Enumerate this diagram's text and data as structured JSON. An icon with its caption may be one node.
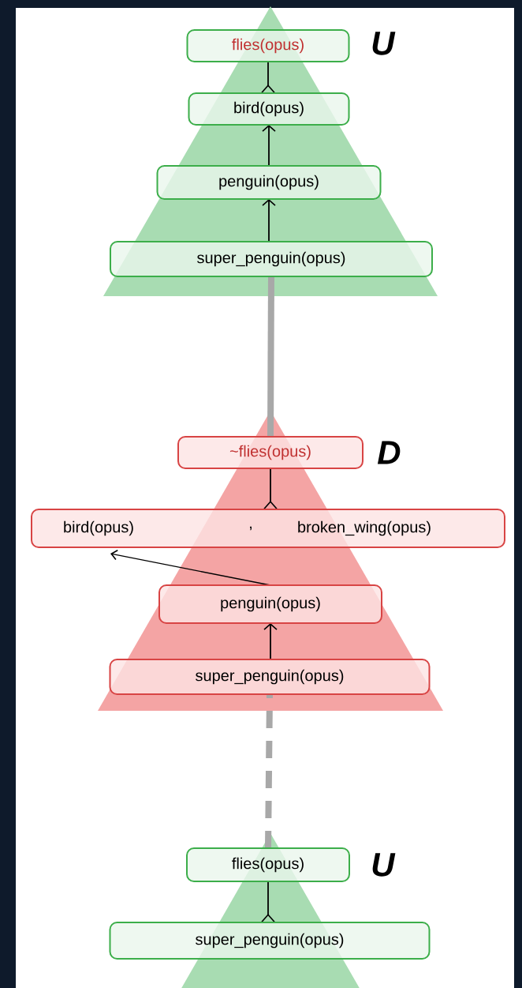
{
  "diagram": {
    "nodes": [
      {
        "text": [
          "flies(opus)"
        ],
        "beside": [
          "U"
        ]
      },
      {
        "text": [
          "bird(opus)"
        ]
      },
      {
        "text": [
          "penguin(opus)"
        ]
      },
      {
        "text": [
          "super_penguin(opus)"
        ]
      },
      {
        "text": [
          "~flies(opus)"
        ],
        "beside": [
          "D"
        ]
      },
      {
        "text": [
          "bird(opus)",
          ",",
          "broken_wing(opus)"
        ]
      },
      {
        "text": [
          "penguin(opus)"
        ]
      },
      {
        "text": [
          "super_penguin(opus)"
        ]
      },
      {
        "text": [
          "flies(opus)"
        ],
        "beside": [
          "U"
        ]
      },
      {
        "text": [
          "super_penguin(opus)"
        ]
      }
    ],
    "edges": [
      {
        "from": 1,
        "to": 0,
        "arrow": "other"
      },
      {
        "from": 2,
        "to": 1,
        "arrow": "to"
      },
      {
        "from": 3,
        "to": 2,
        "arrow": "to"
      },
      {
        "from": 5,
        "to": 4,
        "arrow": "other"
      },
      {
        "from": 6,
        "to": 5,
        "arrow": "to"
      },
      {
        "from": 7,
        "to": 6,
        "arrow": "to"
      },
      {
        "from": 9,
        "to": 8,
        "arrow": "other"
      },
      {
        "from": 4,
        "to": 3,
        "arrow": "none",
        "style": "thick",
        "color": "#a8a8a8"
      },
      {
        "from": 8,
        "to": 7,
        "arrow": "none",
        "style": "dashed",
        "color": "#a8a8a8"
      }
    ]
  }
}
